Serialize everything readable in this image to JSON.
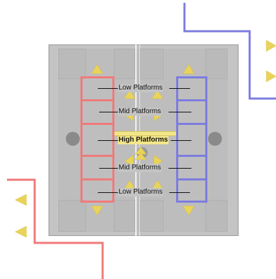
{
  "labels": {
    "top_low": "Low Platforms",
    "top_mid": "Mid Platforms",
    "high": "High Platforms",
    "bottom_mid": "Mid Platforms",
    "bottom_low": "Low Platforms"
  },
  "colors": {
    "red_alliance": "#f07a7a",
    "blue_alliance": "#7c7ce0",
    "hazard_yellow": "#ead35a",
    "field_gray": "#c4c4c4"
  },
  "icons": [
    "yellow-triangle-marker-icon",
    "gray-post-circle-icon"
  ]
}
